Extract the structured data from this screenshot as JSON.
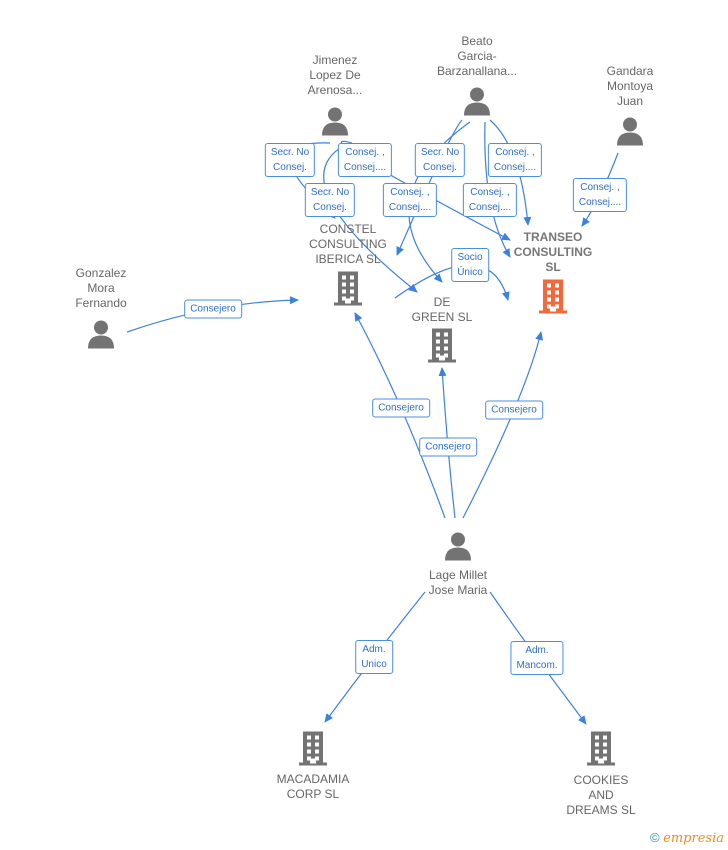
{
  "colors": {
    "edge": "#3b82dc",
    "node": "#737373",
    "main": "#f26a3c"
  },
  "nodes": [
    {
      "id": "jimenez",
      "type": "person",
      "lines": [
        "Jimenez",
        "Lopez De",
        "Arenosa..."
      ]
    },
    {
      "id": "beato",
      "type": "person",
      "lines": [
        "Beato",
        "Garcia-",
        "Barzanallana..."
      ]
    },
    {
      "id": "gandara",
      "type": "person",
      "lines": [
        "Gandara",
        "Montoya",
        "Juan"
      ]
    },
    {
      "id": "gonzalez",
      "type": "person",
      "lines": [
        "Gonzalez",
        "Mora",
        "Fernando"
      ]
    },
    {
      "id": "lage",
      "type": "person",
      "lines": [
        "Lage Millet",
        "Jose Maria"
      ]
    },
    {
      "id": "constel",
      "type": "company",
      "lines": [
        "CONSTEL",
        "CONSULTING",
        "IBERICA  SL"
      ]
    },
    {
      "id": "green",
      "type": "company",
      "lines": [
        "DE",
        "GREEN  SL"
      ]
    },
    {
      "id": "transeo",
      "type": "company-main",
      "lines": [
        "TRANSEO",
        "CONSULTING",
        "SL"
      ]
    },
    {
      "id": "macadamia",
      "type": "company",
      "lines": [
        "MACADAMIA",
        "CORP  SL"
      ]
    },
    {
      "id": "cookies",
      "type": "company",
      "lines": [
        "COOKIES",
        "AND",
        "DREAMS  SL"
      ]
    }
  ],
  "edges": [
    {
      "from": "gonzalez",
      "to": "constel",
      "label": [
        "Consejero"
      ]
    },
    {
      "from": "jimenez",
      "to": "constel",
      "label": [
        "Secr.  No",
        "Consej."
      ]
    },
    {
      "from": "jimenez",
      "to": "green",
      "label": [
        "Secr.  No",
        "Consej."
      ]
    },
    {
      "from": "jimenez",
      "to": "transeo",
      "label": [
        "Consej. ,",
        "Consej...."
      ]
    },
    {
      "from": "beato",
      "to": "constel",
      "label": [
        "Secr.  No",
        "Consej."
      ]
    },
    {
      "from": "beato",
      "to": "green",
      "label": [
        "Consej. ,",
        "Consej...."
      ]
    },
    {
      "from": "beato",
      "to": "transeo",
      "label": [
        "Consej. ,",
        "Consej...."
      ]
    },
    {
      "from": "beato",
      "to": "transeo",
      "label": [
        "Consej. ,",
        "Consej...."
      ]
    },
    {
      "from": "gandara",
      "to": "transeo",
      "label": [
        "Consej. ,",
        "Consej...."
      ]
    },
    {
      "from": "green",
      "to": "transeo",
      "label": [
        "Socio",
        "Único"
      ]
    },
    {
      "from": "lage",
      "to": "constel",
      "label": [
        "Consejero"
      ]
    },
    {
      "from": "lage",
      "to": "green",
      "label": [
        "Consejero"
      ]
    },
    {
      "from": "lage",
      "to": "transeo",
      "label": [
        "Consejero"
      ]
    },
    {
      "from": "lage",
      "to": "macadamia",
      "label": [
        "Adm.",
        "Unico"
      ]
    },
    {
      "from": "lage",
      "to": "cookies",
      "label": [
        "Adm.",
        "Mancom."
      ]
    }
  ],
  "footer": {
    "copyright": "©",
    "brand": "mpresia",
    "brand_initial": "e"
  }
}
